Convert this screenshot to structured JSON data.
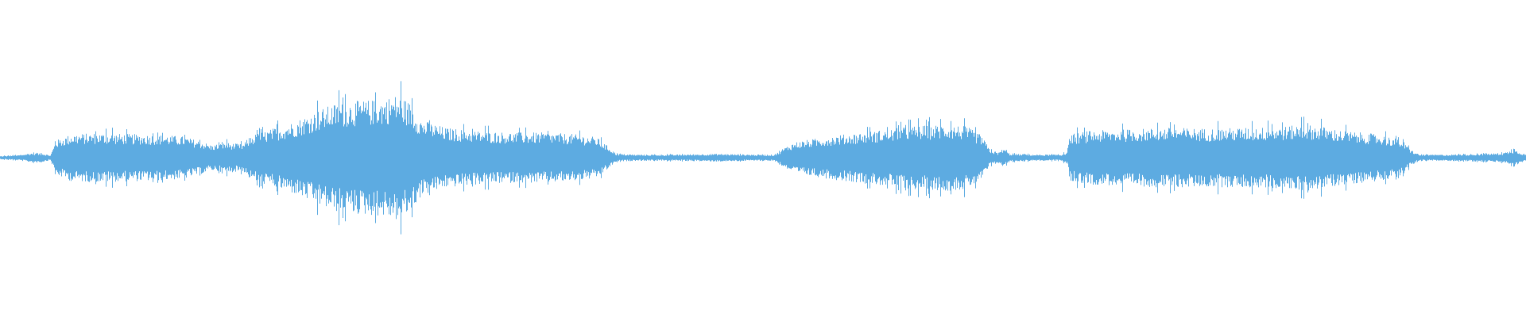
{
  "waveform": {
    "color": "#5dabe1",
    "background": "#ffffff",
    "segments": [
      {
        "name": "noise-lead-in",
        "level": 0.03
      },
      {
        "name": "utterance-1",
        "level": 0.16
      },
      {
        "name": "utterance-1-dip",
        "level": 0.07
      },
      {
        "name": "utterance-1-peak",
        "level": 0.46
      },
      {
        "name": "utterance-1-tail",
        "level": 0.18
      },
      {
        "name": "silence-1",
        "level": 0.02
      },
      {
        "name": "utterance-2",
        "level": 0.26
      },
      {
        "name": "click",
        "level": 0.05
      },
      {
        "name": "utterance-3",
        "level": 0.23
      },
      {
        "name": "noise-tail",
        "level": 0.04
      }
    ]
  }
}
